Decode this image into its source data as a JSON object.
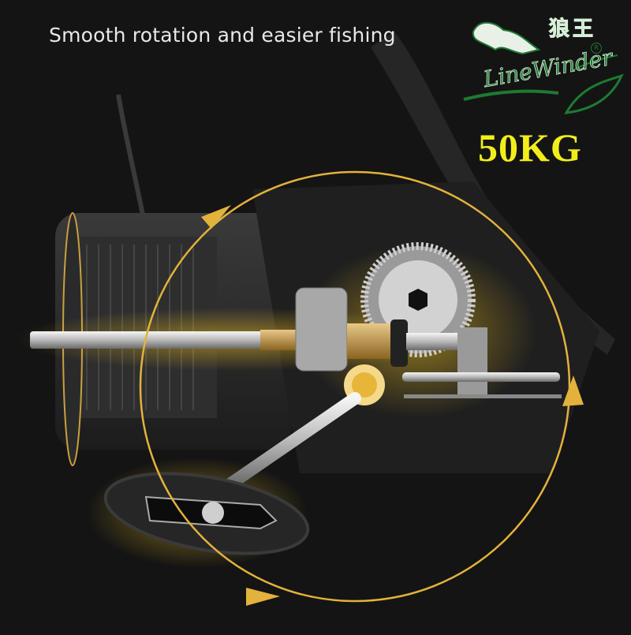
{
  "headline": "Smooth rotation and easier fishing",
  "badge": {
    "text": "50KG",
    "color": "#f2ee1a"
  },
  "logo": {
    "chinese_text": "狼王",
    "brand_text": "LineWinder",
    "registered_mark": "R",
    "color": "#1e7a32"
  },
  "illustration": {
    "subject": "spinning fishing reel cutaway",
    "components": [
      "spool",
      "main shaft",
      "pinion gear",
      "drive gear",
      "oscillation worm shaft",
      "handle arm",
      "handle knob"
    ],
    "rotation_arrow_color": "#e3b23c",
    "glow_color": "#f0c020",
    "background_color": "#141414"
  }
}
